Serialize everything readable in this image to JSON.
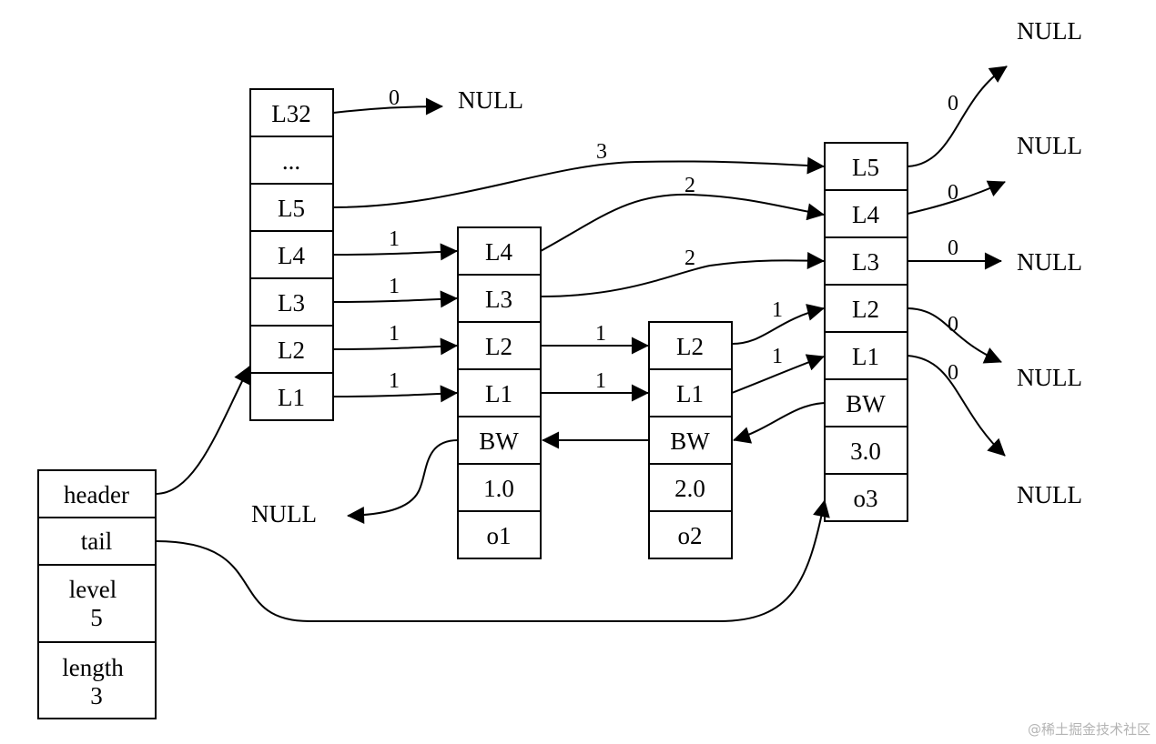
{
  "colors": {
    "stroke": "#000000",
    "background": "#ffffff",
    "watermark": "#b4b4b4"
  },
  "zskiplist": {
    "fields": [
      {
        "label": "header"
      },
      {
        "label": "tail"
      },
      {
        "label": "level",
        "value": "5"
      },
      {
        "label": "length",
        "value": "3"
      }
    ]
  },
  "header_node": {
    "levels": [
      "L32",
      "...",
      "L5",
      "L4",
      "L3",
      "L2",
      "L1"
    ]
  },
  "nodes": [
    {
      "levels": [
        "L4",
        "L3",
        "L2",
        "L1"
      ],
      "backward": "BW",
      "score": "1.0",
      "obj": "o1"
    },
    {
      "levels": [
        "L2",
        "L1"
      ],
      "backward": "BW",
      "score": "2.0",
      "obj": "o2"
    },
    {
      "levels": [
        "L5",
        "L4",
        "L3",
        "L2",
        "L1"
      ],
      "backward": "BW",
      "score": "3.0",
      "obj": "o3"
    }
  ],
  "null_label": "NULL",
  "spans": {
    "header_L32": "0",
    "header_L5": "3",
    "header_L4": "1",
    "header_L3": "1",
    "header_L2": "1",
    "header_L1": "1",
    "o1_L4": "2",
    "o1_L3": "2",
    "o1_L2": "1",
    "o1_L1": "1",
    "o2_L2": "1",
    "o2_L1": "1",
    "o3_L5": "0",
    "o3_L4": "0",
    "o3_L3": "0",
    "o3_L2": "0",
    "o3_L1": "0"
  },
  "watermark": "@稀土掘金技术社区"
}
